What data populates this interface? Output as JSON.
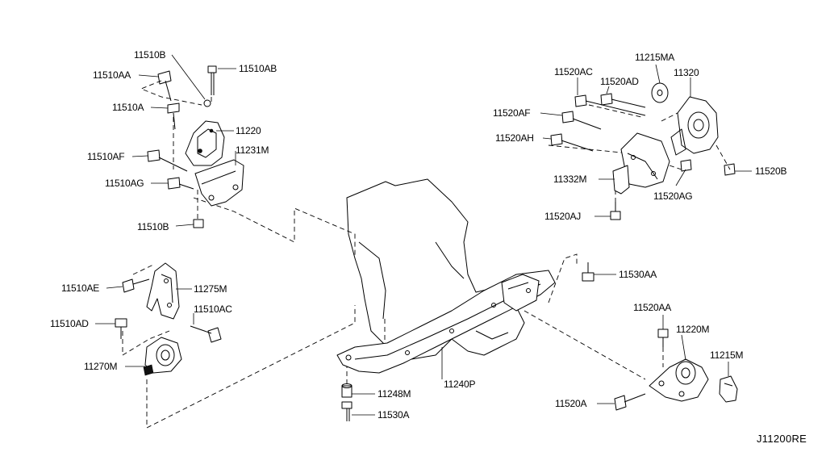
{
  "diagram_ref": "J11200RE",
  "labels": {
    "p11510B_top": "11510B",
    "p11510AB": "11510AB",
    "p11510AA": "11510AA",
    "p11510A": "11510A",
    "p11220": "11220",
    "p11231M": "11231M",
    "p11510AF": "11510AF",
    "p11510AG": "11510AG",
    "p11510B_bottom": "11510B",
    "p11510AE": "11510AE",
    "p11275M": "11275M",
    "p11510AC": "11510AC",
    "p11510AD": "11510AD",
    "p11270M": "11270M",
    "p11248M": "11248M",
    "p11530A": "11530A",
    "p11240P": "11240P",
    "p11520AC": "11520AC",
    "p11215MA": "11215MA",
    "p11520AD": "11520AD",
    "p11320": "11320",
    "p11520AF": "11520AF",
    "p11520AH": "11520AH",
    "p11332M": "11332M",
    "p11520AJ": "11520AJ",
    "p11520AG": "11520AG",
    "p11520B": "11520B",
    "p11530AA": "11530AA",
    "p11520AA": "11520AA",
    "p11220M": "11220M",
    "p11215M": "11215M",
    "p11520A": "11520A"
  }
}
